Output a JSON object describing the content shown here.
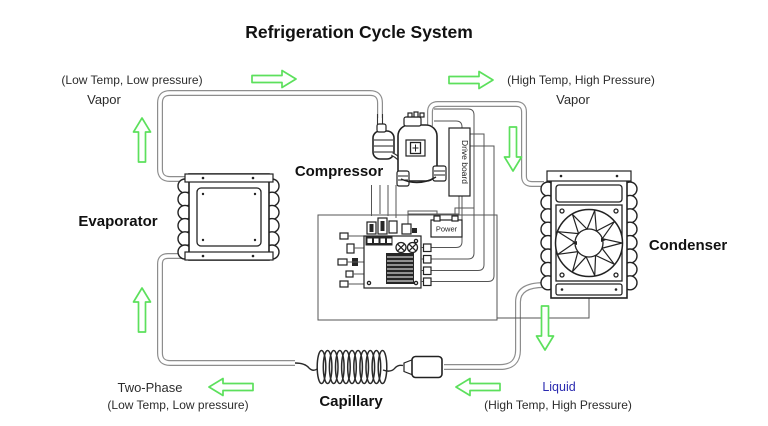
{
  "title": "Refrigeration Cycle System",
  "flow_labels": {
    "top_left": {
      "condition": "(Low Temp, Low pressure)",
      "state": "Vapor"
    },
    "top_right": {
      "condition": "(High Temp, High Pressure)",
      "state": "Vapor"
    },
    "bottom_left": {
      "state": "Two-Phase",
      "condition": "(Low Temp, Low pressure)"
    },
    "bottom_right": {
      "state": "Liquid",
      "condition": "(High Temp, High Pressure)"
    }
  },
  "components": {
    "compressor": "Compressor",
    "evaporator": "Evaporator",
    "condenser": "Condenser",
    "capillary": "Capillary",
    "drive_board": "Drive board",
    "power": "Power"
  },
  "icons": {
    "flow_arrows": [
      "right-arrow-icon",
      "right-arrow-icon",
      "up-arrow-icon",
      "up-arrow-icon",
      "down-arrow-icon",
      "down-arrow-icon",
      "left-arrow-icon",
      "left-arrow-icon"
    ]
  },
  "colors": {
    "arrow_green": "#5ce05c",
    "pipe_gray": "#8d8d8d",
    "line_dark": "#222222",
    "liquid_text_blue": "#2b2bb0",
    "background": "#ffffff"
  }
}
